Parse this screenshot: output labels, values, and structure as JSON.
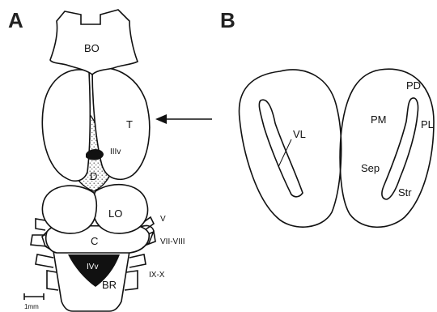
{
  "panels": {
    "a_letter": "A",
    "b_letter": "B"
  },
  "panel_a": {
    "labels": {
      "bo": "BO",
      "t": "T",
      "iiiv": "IIIv",
      "d": "D",
      "lo": "LO",
      "c": "C",
      "ivv": "IVv",
      "br": "BR",
      "v": "V",
      "vii_viii": "VII-VIII",
      "ix_x": "IX-X",
      "scale": "1mm"
    }
  },
  "panel_b": {
    "labels": {
      "vl": "VL",
      "pd": "PD",
      "pm": "PM",
      "pl": "PL",
      "sep": "Sep",
      "str": "Str"
    }
  }
}
